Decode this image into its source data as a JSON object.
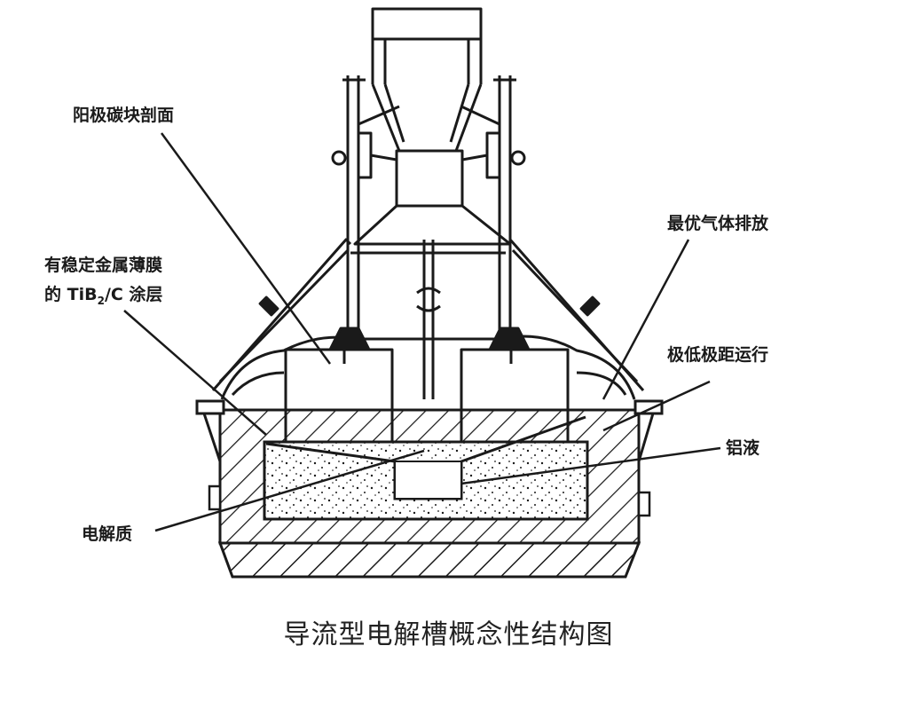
{
  "labels": {
    "anode_section": "阳极碳块剖面",
    "coating_line1": "有稳定金属薄膜",
    "coating_line2_prefix": "的 TiB",
    "coating_line2_sub": "2",
    "coating_line2_suffix": "/C 涂层",
    "gas_release": "最优气体排放",
    "low_distance": "极低极距运行",
    "aluminum": "铝液",
    "electrolyte": "电解质"
  },
  "caption": "导流型电解槽概念性结构图",
  "colors": {
    "ink": "#1a1a1a",
    "background": "#ffffff"
  }
}
